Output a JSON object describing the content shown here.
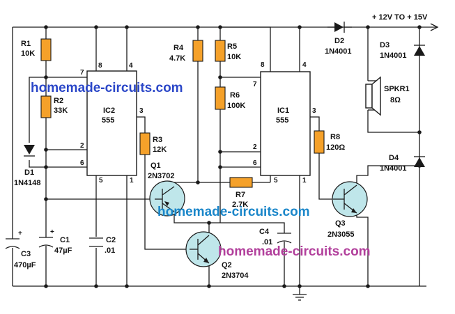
{
  "supply": "+ 12V TO + 15V",
  "watermarks": [
    "homemade-circuits.com",
    "homemade-circuits.com",
    "homemade-circuits.com"
  ],
  "colors": {
    "resistor": "#f5a12a",
    "transistor": "#bfe6ea",
    "watermark_blue": "#2b47c8",
    "watermark_cyan": "#1a86c9",
    "watermark_purple": "#b2409c",
    "wire": "#1a1a1a"
  },
  "ic2": {
    "name": "IC2",
    "type": "555",
    "pins": {
      "p8": "8",
      "p4": "4",
      "p7": "7",
      "p3": "3",
      "p2": "2",
      "p6": "6",
      "p5": "5",
      "p1": "1"
    }
  },
  "ic1": {
    "name": "IC1",
    "type": "555",
    "pins": {
      "p8": "8",
      "p4": "4",
      "p7": "7",
      "p3": "3",
      "p2": "2",
      "p6": "6",
      "p5": "5",
      "p1": "1"
    }
  },
  "components": {
    "r1": {
      "ref": "R1",
      "value": "10K"
    },
    "r2": {
      "ref": "R2",
      "value": "33K"
    },
    "r3": {
      "ref": "R3",
      "value": "12K"
    },
    "r4": {
      "ref": "R4",
      "value": "4.7K"
    },
    "r5": {
      "ref": "R5",
      "value": "10K"
    },
    "r6": {
      "ref": "R6",
      "value": "100K"
    },
    "r7": {
      "ref": "R7",
      "value": "2.7K"
    },
    "r8": {
      "ref": "R8",
      "value": "120Ω"
    },
    "c1": {
      "ref": "C1",
      "value": "47µF",
      "polarity": "+"
    },
    "c2": {
      "ref": "C2",
      "value": ".01"
    },
    "c3": {
      "ref": "C3",
      "value": "470µF",
      "polarity": "+"
    },
    "c4": {
      "ref": "C4",
      "value": ".01"
    },
    "d1": {
      "ref": "D1",
      "value": "1N4148"
    },
    "d2": {
      "ref": "D2",
      "value": "1N4001"
    },
    "d3": {
      "ref": "D3",
      "value": "1N4001"
    },
    "d4": {
      "ref": "D4",
      "value": "1N4001"
    },
    "q1": {
      "ref": "Q1",
      "value": "2N3702"
    },
    "q2": {
      "ref": "Q2",
      "value": "2N3704"
    },
    "q3": {
      "ref": "Q3",
      "value": "2N3055"
    },
    "spkr": {
      "ref": "SPKR1",
      "value": "8Ω"
    }
  }
}
